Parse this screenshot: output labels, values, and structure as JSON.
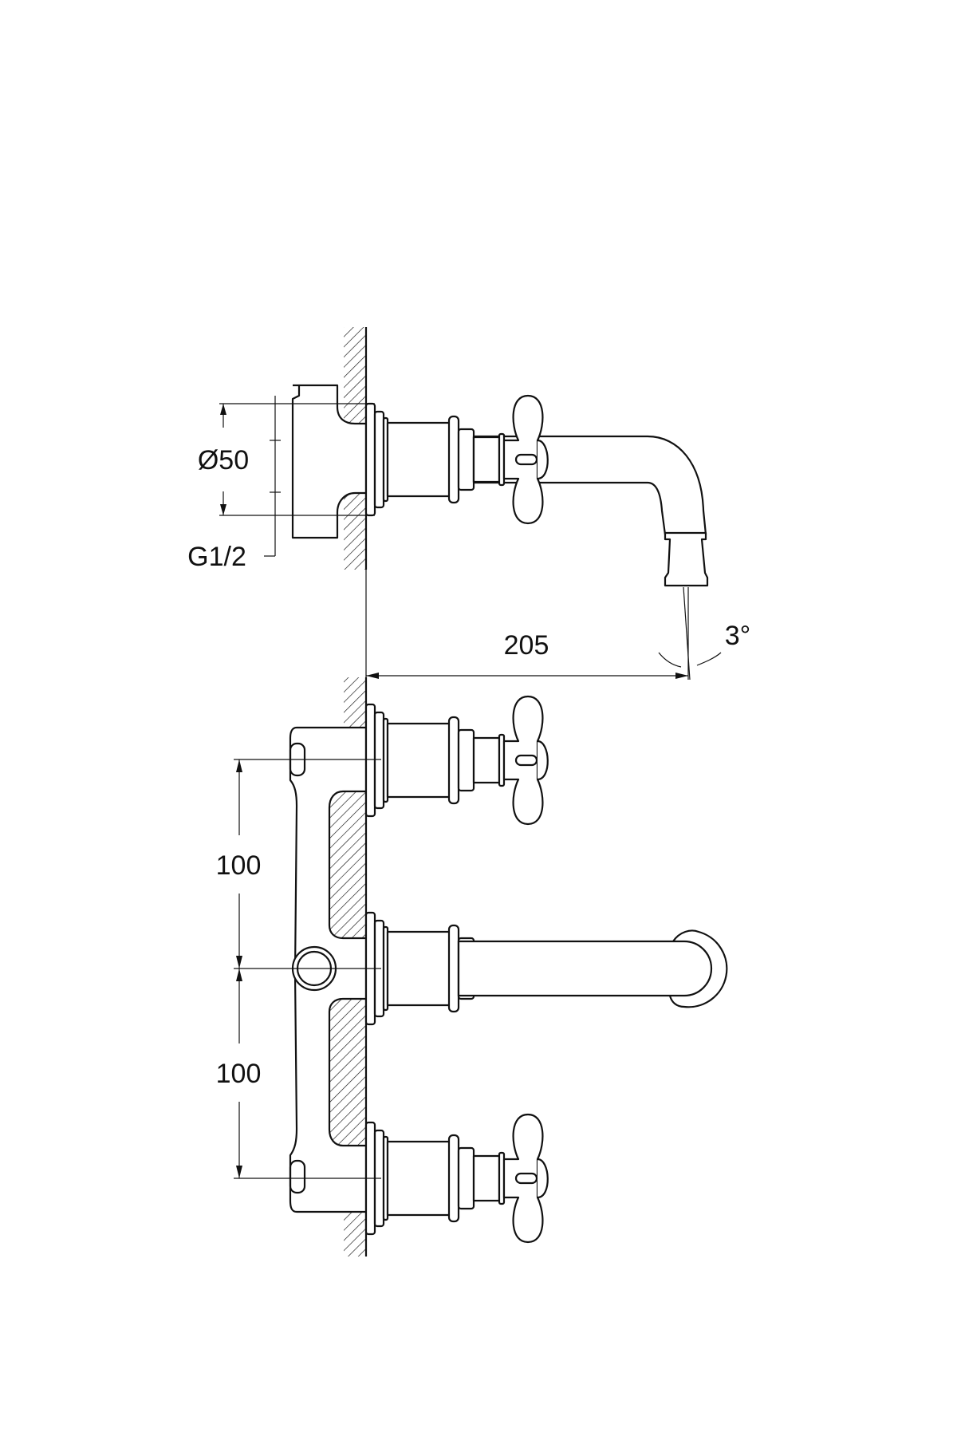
{
  "drawing": {
    "side_view": {
      "diameter_label": "Ø50",
      "thread_label": "G1/2",
      "projection_label": "205",
      "angle_label": "3°"
    },
    "top_view": {
      "spacing_upper_label": "100",
      "spacing_lower_label": "100"
    },
    "colors": {
      "line": "#111111",
      "background": "#ffffff"
    }
  }
}
